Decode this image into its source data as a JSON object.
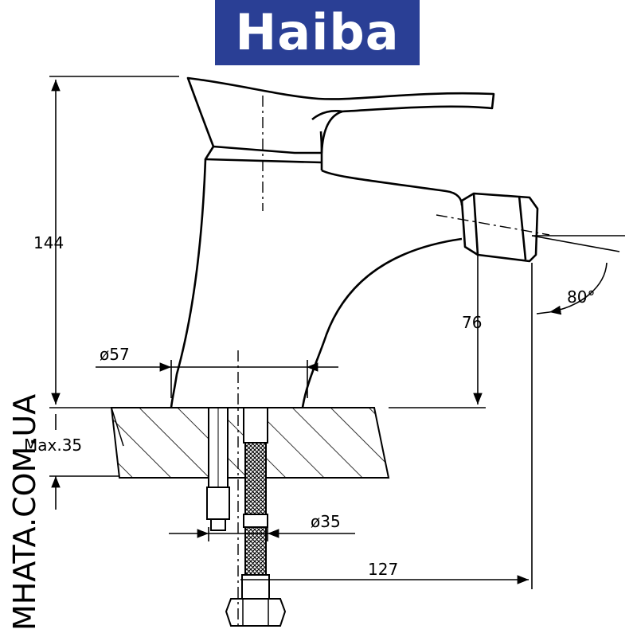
{
  "brand": {
    "name": "Haiba",
    "box_color": "#2a3f95",
    "text_color": "#ffffff"
  },
  "watermark": "MHATA.COM.UA",
  "dimensions": {
    "total_height": "144",
    "spout_height": "76",
    "base_diameter": "ø57",
    "max_thickness": "Max.35",
    "hole_diameter": "ø35",
    "reach": "127",
    "angle": "80°"
  },
  "colors": {
    "line": "#000000",
    "background": "#ffffff"
  }
}
